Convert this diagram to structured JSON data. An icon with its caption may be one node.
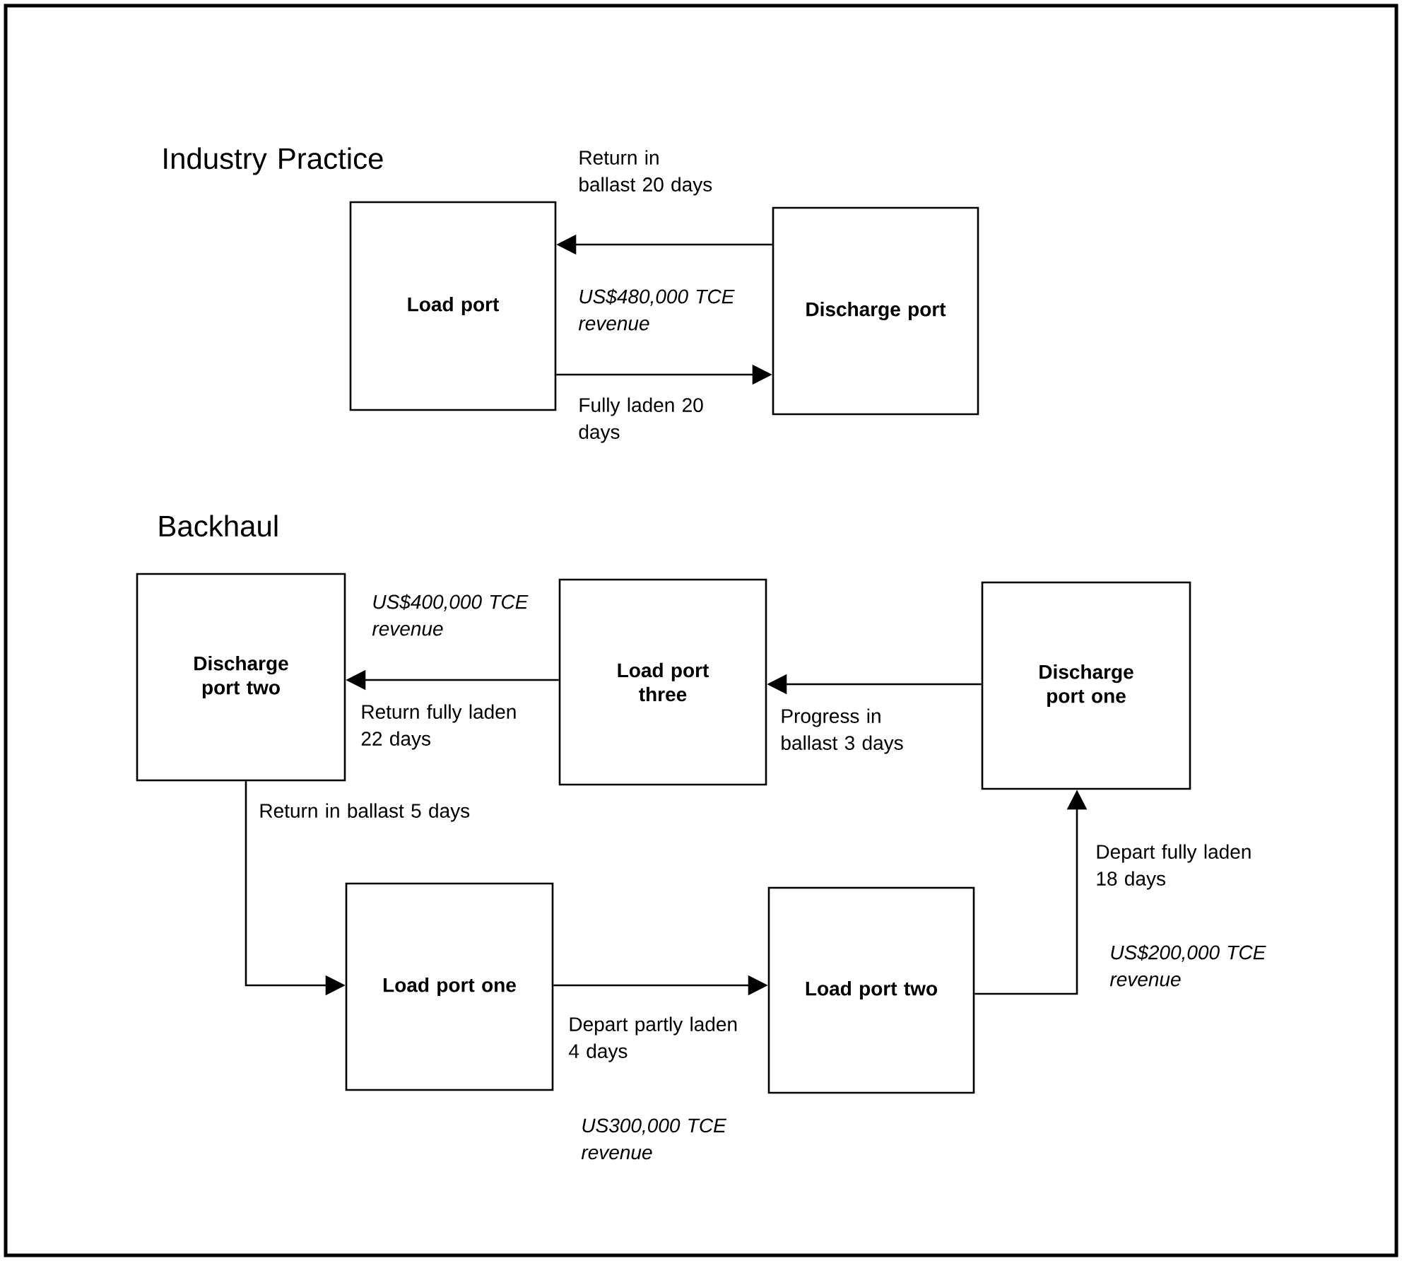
{
  "diagram": {
    "nodes": [
      {
        "text": [
          "Load port"
        ]
      },
      {
        "text": [
          "Discharge port"
        ]
      },
      {
        "text": [
          "Discharge port two"
        ]
      },
      {
        "text": [
          "Load port three"
        ]
      },
      {
        "text": [
          "Discharge port one"
        ]
      },
      {
        "text": [
          "Load port one"
        ]
      },
      {
        "text": [
          "Load port two"
        ]
      }
    ],
    "edges": [
      {
        "from": 1,
        "to": 0,
        "arrow": "to",
        "label": "Return in ballast 20 days"
      },
      {
        "from": 0,
        "to": 1,
        "arrow": "to",
        "label": "Fully laden 20 days"
      },
      {
        "from": 3,
        "to": 2,
        "arrow": "to",
        "label": "Return fully laden 22 days"
      },
      {
        "from": 4,
        "to": 3,
        "arrow": "to",
        "label": "Progress in ballast 3 days"
      },
      {
        "from": 2,
        "to": 5,
        "arrow": "to",
        "label": "Return in ballast 5 days"
      },
      {
        "from": 5,
        "to": 6,
        "arrow": "to",
        "label": "Depart partly laden 4 days"
      },
      {
        "from": 6,
        "to": 4,
        "arrow": "to",
        "label": "Depart fully laden 18 days"
      }
    ],
    "labels": [
      "Industry Practice",
      "Backhaul",
      "US$480,000 TCE revenue",
      "US$400,000 TCE revenue",
      "US$200,000 TCE revenue",
      "US300,000 TCE revenue"
    ]
  }
}
